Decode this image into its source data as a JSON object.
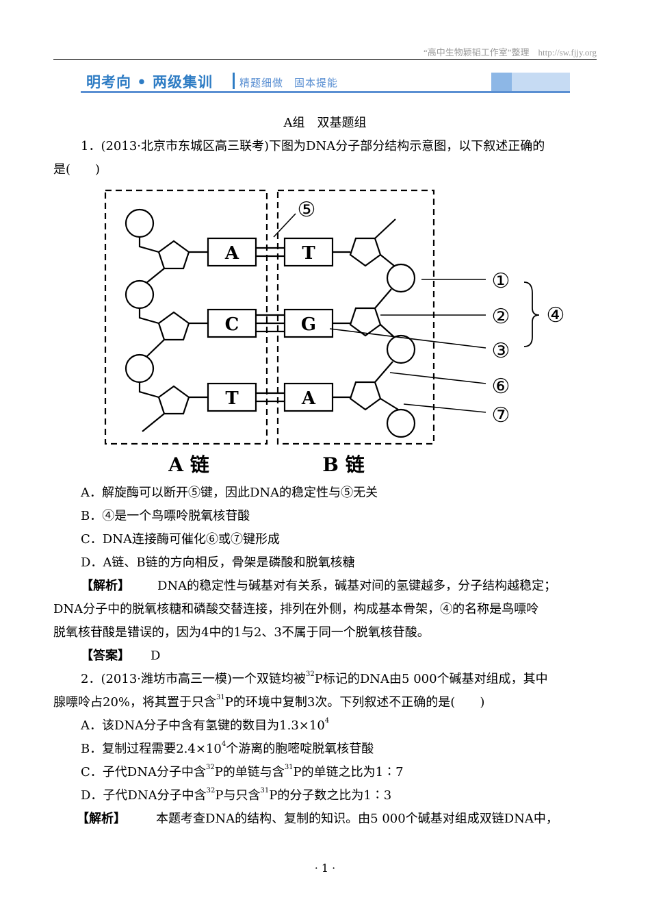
{
  "header": {
    "source": "“高中生物颖韬工作室”整理　http://sw.fjjy.org"
  },
  "banner": {
    "title": "明考向 • 两级集训",
    "subtitle": "精题细做　固本提能"
  },
  "section_title": "A组　双基题组",
  "q1": {
    "stem_line1": "1．(2013·北京市东城区高三联考)下图为DNA分子部分结构示意图，以下叙述正确的",
    "stem_line2": "是(　　)",
    "options": [
      "A．解旋酶可以断开⑤键，因此DNA的稳定性与⑤无关",
      "B．④是一个鸟嘌呤脱氧核苷酸",
      "C．DNA连接酶可催化⑥或⑦键形成",
      "D．A链、B链的方向相反，骨架是磷酸和脱氧核糖"
    ],
    "analysis_label": "【解析】",
    "analysis_line1": "DNA的稳定性与碱基对有关系，碱基对间的氢键越多，分子结构越稳定；",
    "analysis_line2": "DNA分子中的脱氧核糖和磷酸交替连接，排列在外侧，构成基本骨架，④的名称是鸟嘌呤",
    "analysis_line3": "脱氧核苷酸是错误的，因为4中的1与2、3不属于同一个脱氧核苷酸。",
    "answer_label": "【答案】",
    "answer": "D"
  },
  "diagram": {
    "chain_a_bases": [
      "A",
      "C",
      "T"
    ],
    "chain_b_bases": [
      "T",
      "G",
      "A"
    ],
    "markers": [
      "①",
      "②",
      "③",
      "④",
      "⑤",
      "⑥",
      "⑦"
    ],
    "chain_a_label": "A 链",
    "chain_b_label": "B 链"
  },
  "q2": {
    "stem1_a": "2．(2013·潍坊市高三一模)一个双链均被",
    "stem1_sup": "32",
    "stem1_b": "P标记的DNA由5 000个碱基对组成，其中",
    "stem2_a": "腺嘌呤占20%，将其置于只含",
    "stem2_sup": "31",
    "stem2_b": "P的环境中复制3次。下列叙述不正确的是(　　)",
    "optA_a": "A．该DNA分子中含有氢键的数目为1.3×10",
    "optA_sup": "4",
    "optB_a": "B．复制过程需要2.4×10",
    "optB_sup": "4",
    "optB_b": "个游离的胞嘧啶脱氧核苷酸",
    "optC_a": "C．子代DNA分子中含",
    "optC_sup1": "32",
    "optC_b": "P的单链与含",
    "optC_sup2": "31",
    "optC_c": "P的单链之比为1∶7",
    "optD_a": "D．子代DNA分子中含",
    "optD_sup1": "32",
    "optD_b": "P与只含",
    "optD_sup2": "31",
    "optD_c": "P的分子数之比为1∶3",
    "analysis_label": "【解析】",
    "analysis_line1": "本题考查DNA的结构、复制的知识。由5 000个碱基对组成双链DNA中，"
  },
  "footer": {
    "page": "· 1 ·"
  }
}
